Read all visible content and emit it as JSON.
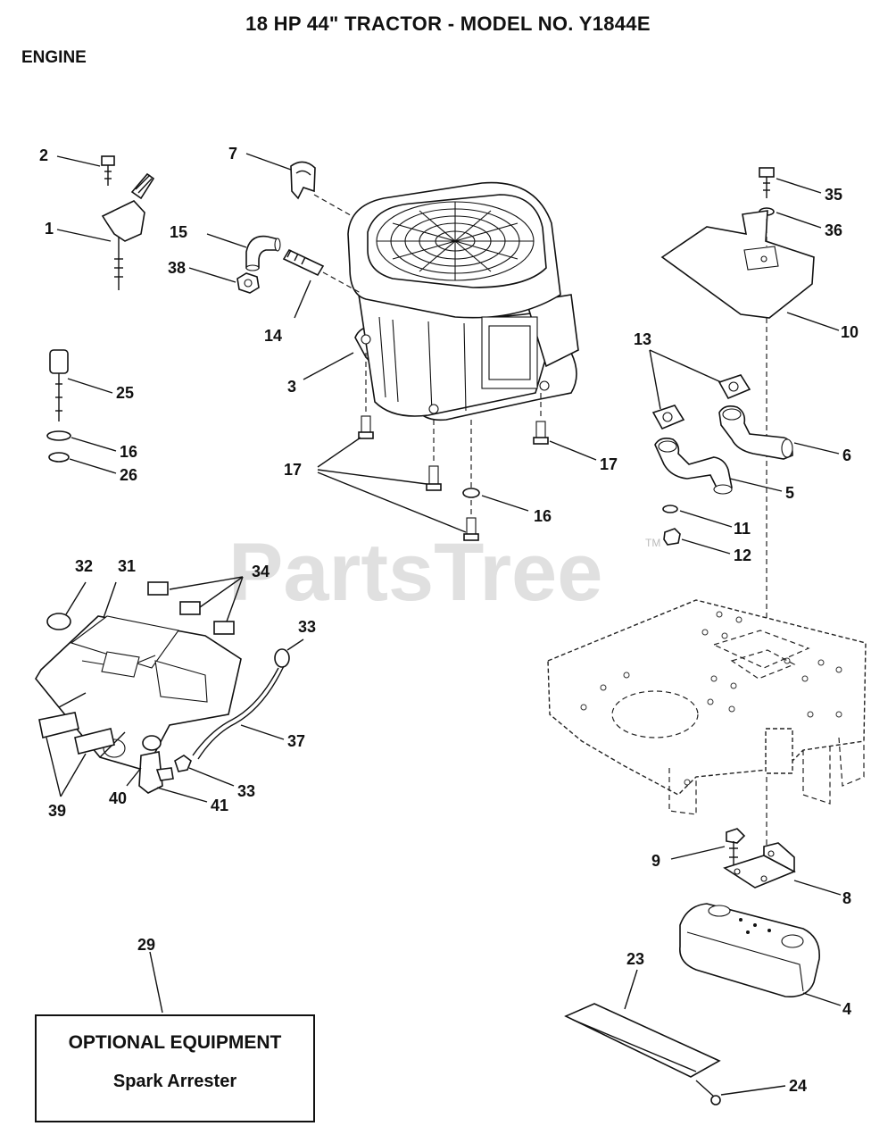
{
  "header": {
    "title": "18 HP 44\" TRACTOR - MODEL NO. Y1844E",
    "section": "ENGINE"
  },
  "watermark": {
    "text": "PartsTree",
    "mark": "TM"
  },
  "callouts": {
    "c1": "1",
    "c2": "2",
    "c3": "3",
    "c4": "4",
    "c5": "5",
    "c6": "6",
    "c7": "7",
    "c8": "8",
    "c9": "9",
    "c10": "10",
    "c11": "11",
    "c12": "12",
    "c13": "13",
    "c14": "14",
    "c15": "15",
    "c16a": "16",
    "c16b": "16",
    "c17a": "17",
    "c17b": "17",
    "c23": "23",
    "c24": "24",
    "c25": "25",
    "c26": "26",
    "c29": "29",
    "c31": "31",
    "c32": "32",
    "c33a": "33",
    "c33b": "33",
    "c34": "34",
    "c35": "35",
    "c36": "36",
    "c37": "37",
    "c38": "38",
    "c39": "39",
    "c40": "40",
    "c41": "41"
  },
  "optional_box": {
    "title": "OPTIONAL EQUIPMENT",
    "subtitle": "Spark Arrester"
  }
}
